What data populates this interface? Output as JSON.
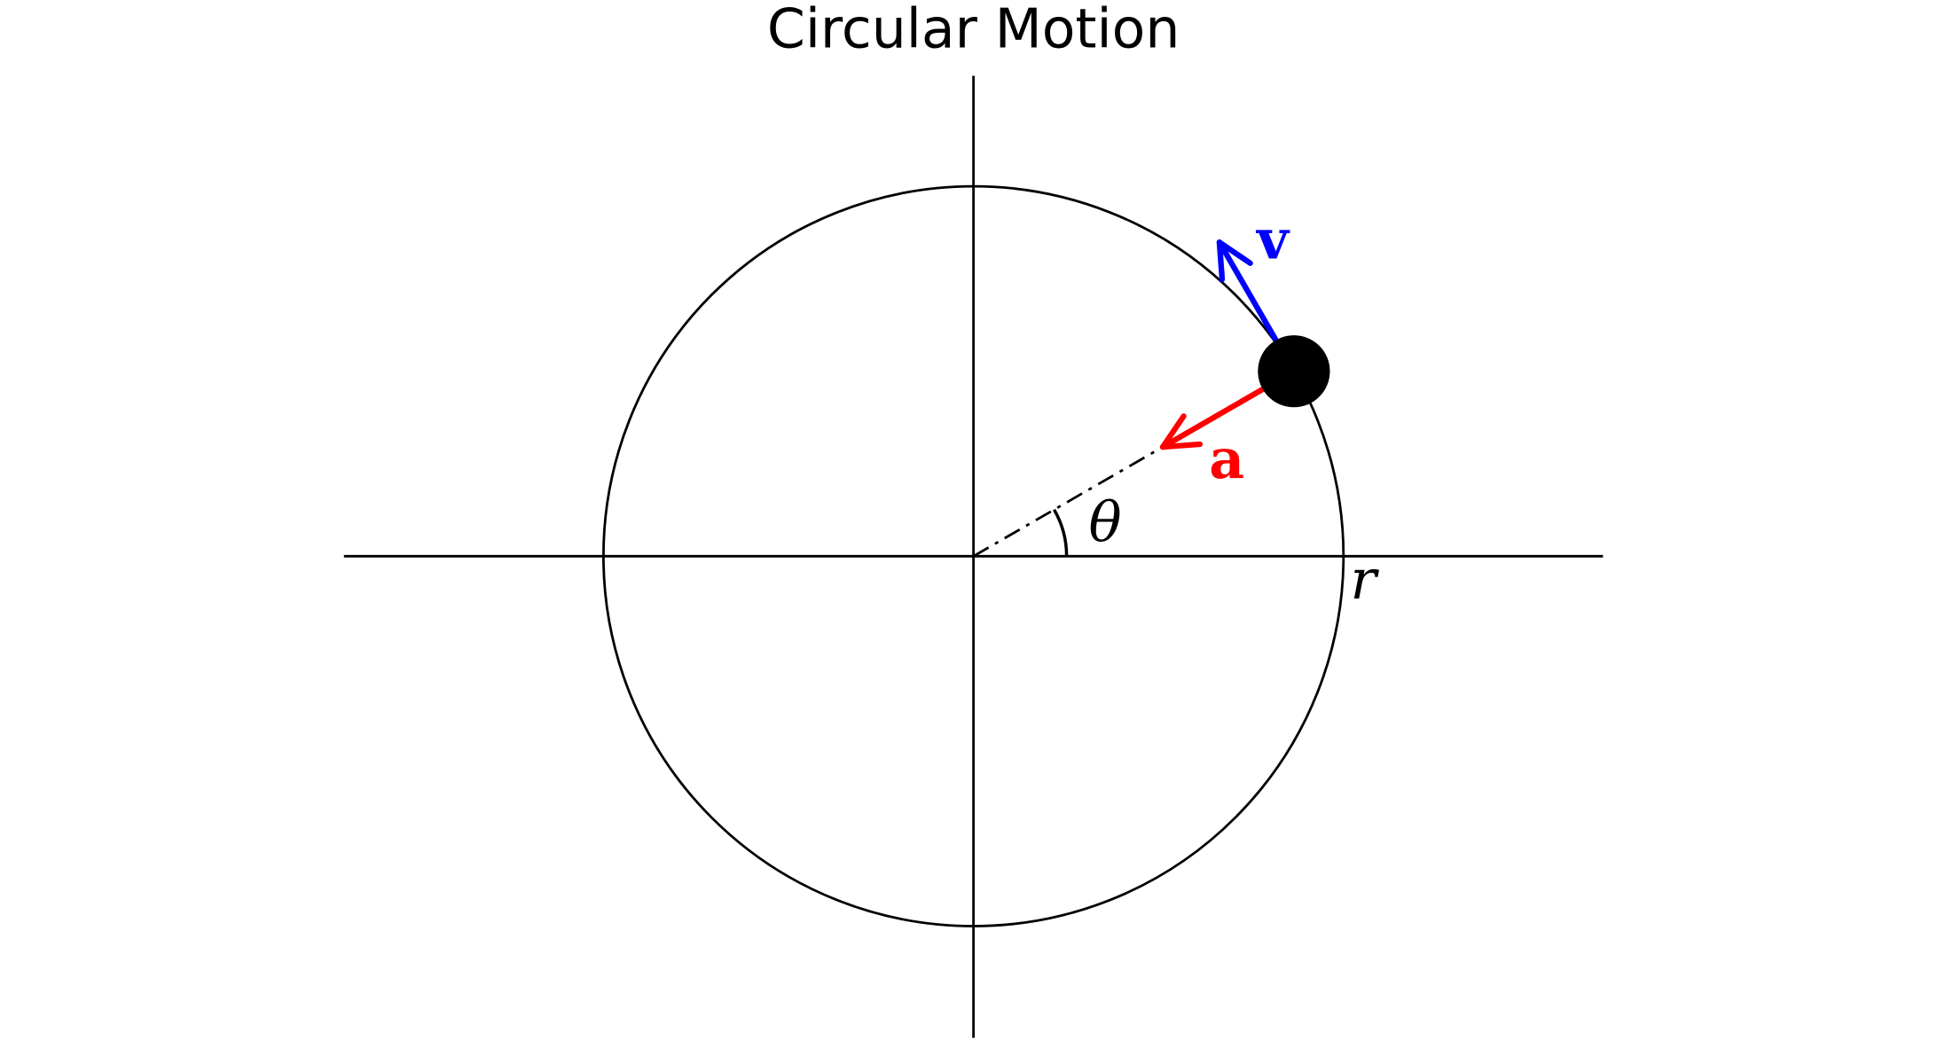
{
  "title": "Circular Motion",
  "labels": {
    "velocity": "v",
    "acceleration": "a",
    "angle": "θ",
    "radius": "r"
  },
  "diagram": {
    "theta_deg": 30
  },
  "colors": {
    "velocity": "#0000ff",
    "acceleration": "#ff0000",
    "ink": "#000000"
  }
}
